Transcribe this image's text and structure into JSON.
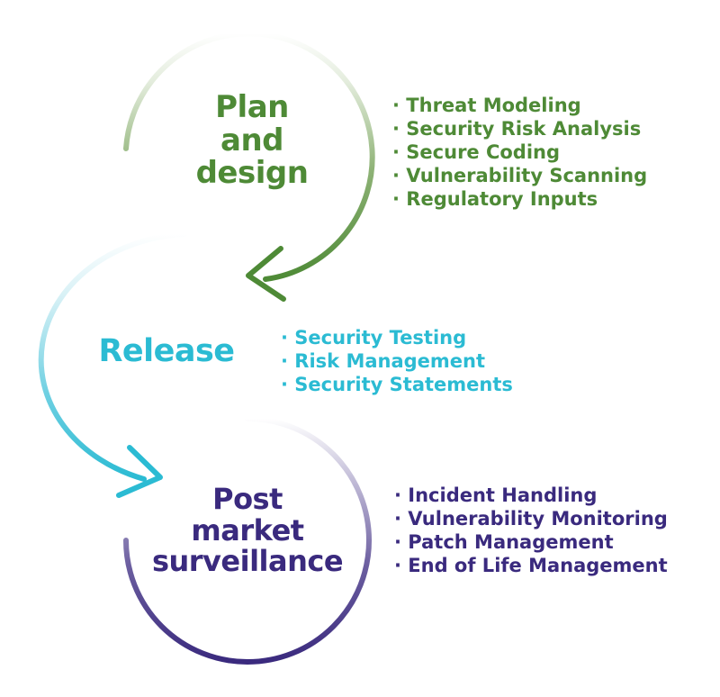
{
  "colors": {
    "plan": "#4e8a36",
    "release": "#2bbbd3",
    "post": "#3a2a7e"
  },
  "stages": {
    "plan": {
      "title": [
        "Plan",
        "and",
        "design"
      ],
      "items": [
        "Threat Modeling",
        "Security Risk Analysis",
        "Secure Coding",
        "Vulnerability Scanning",
        "Regulatory Inputs"
      ]
    },
    "release": {
      "title": [
        "Release"
      ],
      "items": [
        "Security Testing",
        "Risk Management",
        "Security Statements"
      ]
    },
    "post": {
      "title": [
        "Post",
        "market",
        "surveillance"
      ],
      "items": [
        "Incident Handling",
        "Vulnerability Monitoring",
        "Patch Management",
        "End of Life Management"
      ]
    }
  }
}
